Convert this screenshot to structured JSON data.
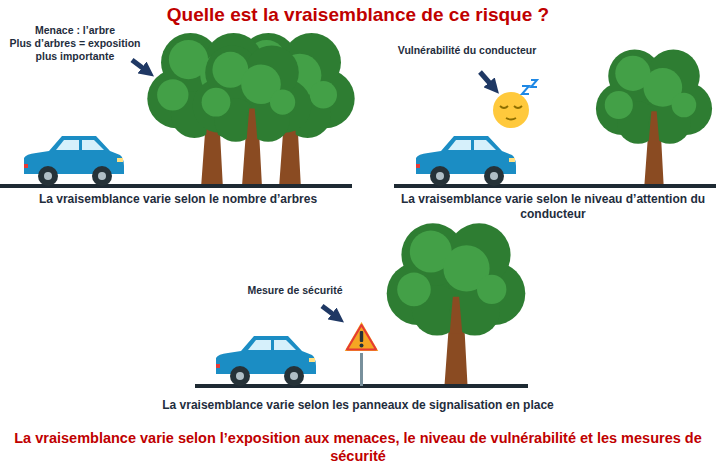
{
  "diagram": {
    "title": "Quelle est la vraisemblance de ce risque ?",
    "caption": "La vraisemblance varie selon l’exposition aux menaces, le niveau de vulnérabilité et les mesures de sécurité",
    "labels": [
      "Menace : l’arbre",
      "Plus d’arbres = exposition plus importante",
      "La vraisemblance varie selon le nombre d’arbres",
      "Vulnérabilité du conducteur",
      "La vraisemblance varie selon le niveau d’attention du conducteur",
      "Mesure de sécurité",
      "La vraisemblance varie selon les panneaux de signalisation en place"
    ]
  }
}
